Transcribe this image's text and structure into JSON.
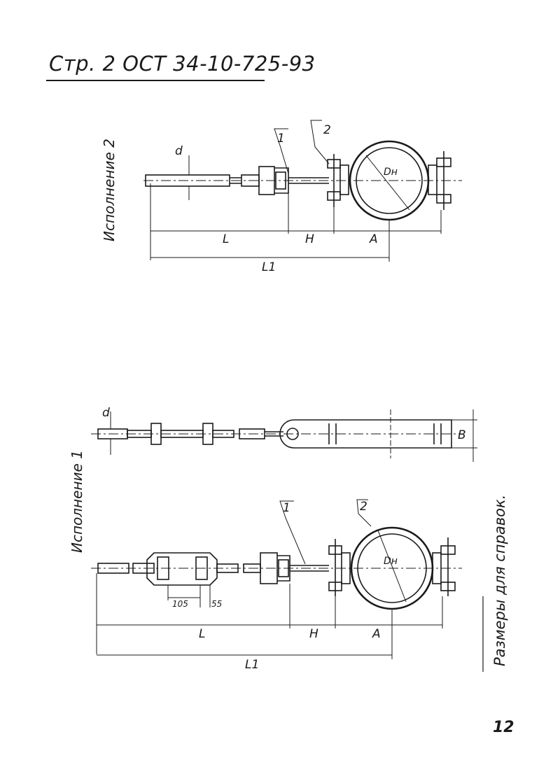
{
  "header": {
    "prefix": "Стр. 2",
    "code": "ОСТ 34-10-725-93"
  },
  "variant_1": {
    "title": "Исполнение 1",
    "labels": {
      "L": "L",
      "L1": "L1",
      "H": "H",
      "A": "A",
      "d": "d",
      "B": "B",
      "Dn": "Dн",
      "dim_105": "105",
      "dim_55": "55",
      "pos_1": "1",
      "pos_2": "2"
    }
  },
  "variant_2": {
    "title": "Исполнение 2",
    "labels": {
      "L": "L",
      "L1": "L1",
      "H": "H",
      "A": "A",
      "d": "d",
      "Dn": "Dн",
      "pos_1": "1",
      "pos_2": "2"
    }
  },
  "note": "Размеры для справок.",
  "page_number": "12"
}
